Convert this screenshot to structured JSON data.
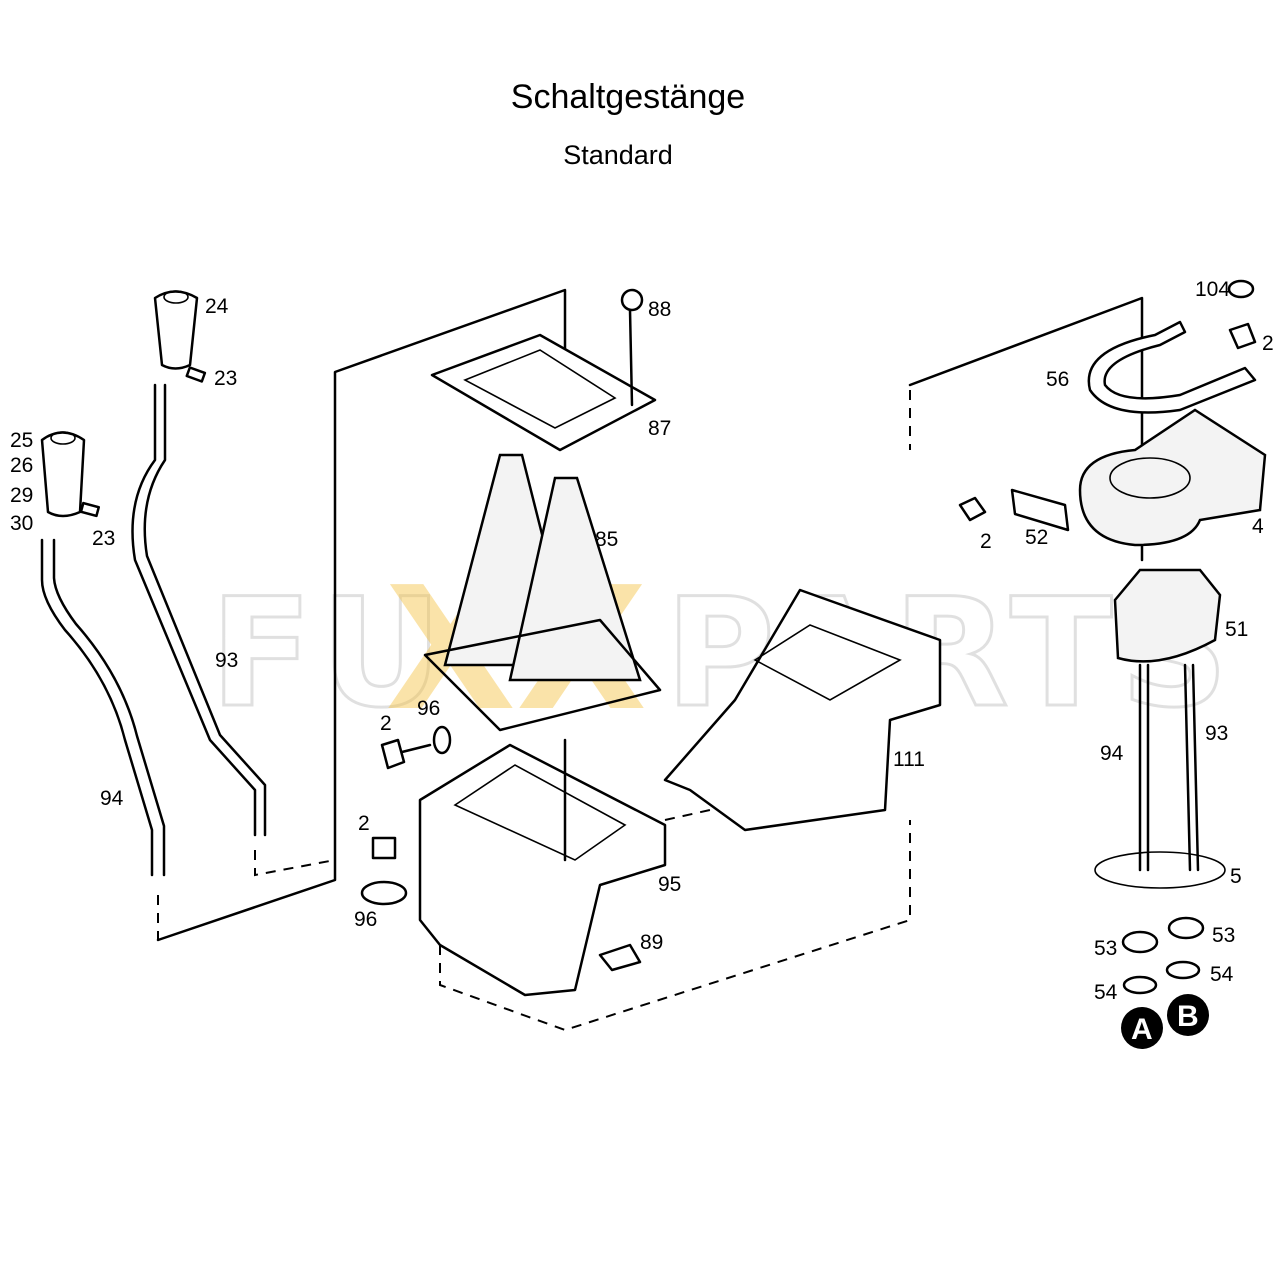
{
  "title": "Schaltgestänge",
  "subtitle": "Standard",
  "watermark": {
    "left": "FU",
    "middle": "XX",
    "right": "PARTS",
    "accent": "#f5c242"
  },
  "labels": {
    "l24": "24",
    "l23a": "23",
    "l25": "25",
    "l26": "26",
    "l29": "29",
    "l30": "30",
    "l23b": "23",
    "l93a": "93",
    "l94a": "94",
    "l88": "88",
    "l87": "87",
    "l85": "85",
    "l2a": "2",
    "l96a": "96",
    "l2b": "2",
    "l96b": "96",
    "l95": "95",
    "l89": "89",
    "l111": "111",
    "l104": "104",
    "l2c": "2",
    "l56": "56",
    "l2d": "2",
    "l52": "52",
    "l4": "4",
    "l51": "51",
    "l94b": "94",
    "l93b": "93",
    "l5": "5",
    "l53a": "53",
    "l53b": "53",
    "l54a": "54",
    "l54b": "54"
  },
  "markers": {
    "a": "A",
    "b": "B"
  }
}
